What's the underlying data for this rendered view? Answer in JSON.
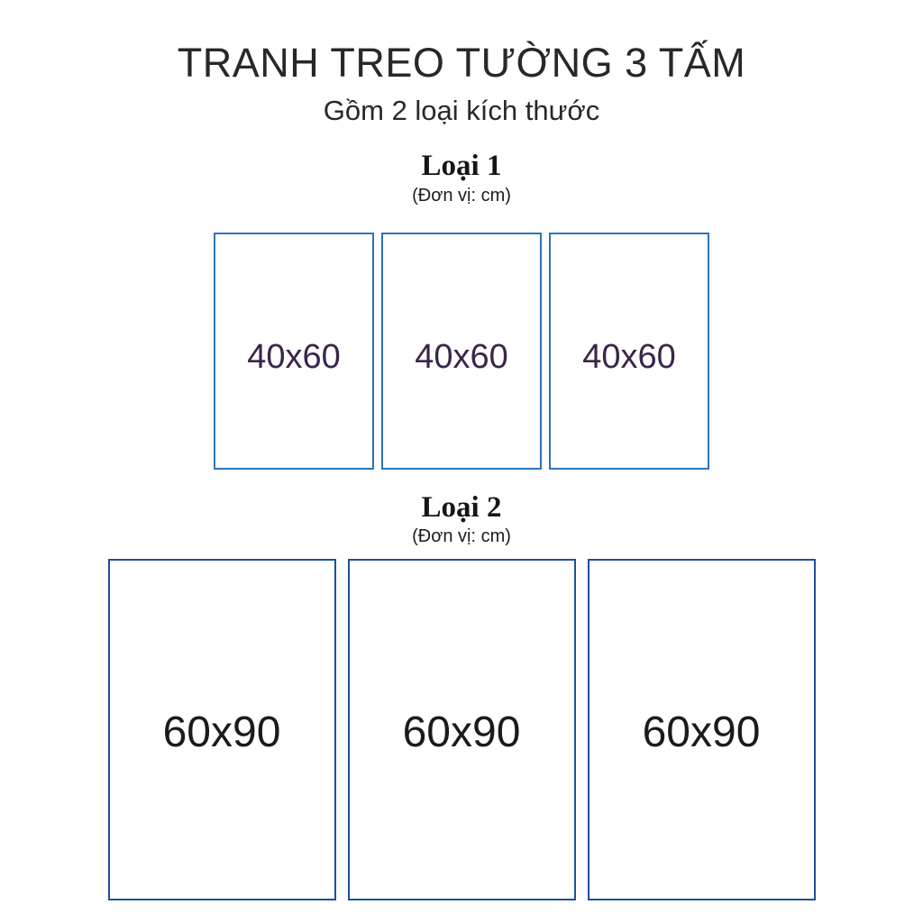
{
  "page": {
    "title": "TRANH TREO TƯỜNG 3 TẤM",
    "subtitle": "Gồm 2 loại kích thước"
  },
  "colors": {
    "panel_border_type1": "#2e74b7",
    "panel_border_type2": "#1e4f9e",
    "size_label_type1": "#3b2549",
    "size_label_type2": "#1b1b1b"
  },
  "sections": [
    {
      "label": "Loại 1",
      "unit_note": "(Đơn vị: cm)",
      "panels": [
        "40x60",
        "40x60",
        "40x60"
      ]
    },
    {
      "label": "Loại 2",
      "unit_note": "(Đơn vị: cm)",
      "panels": [
        "60x90",
        "60x90",
        "60x90"
      ]
    }
  ]
}
